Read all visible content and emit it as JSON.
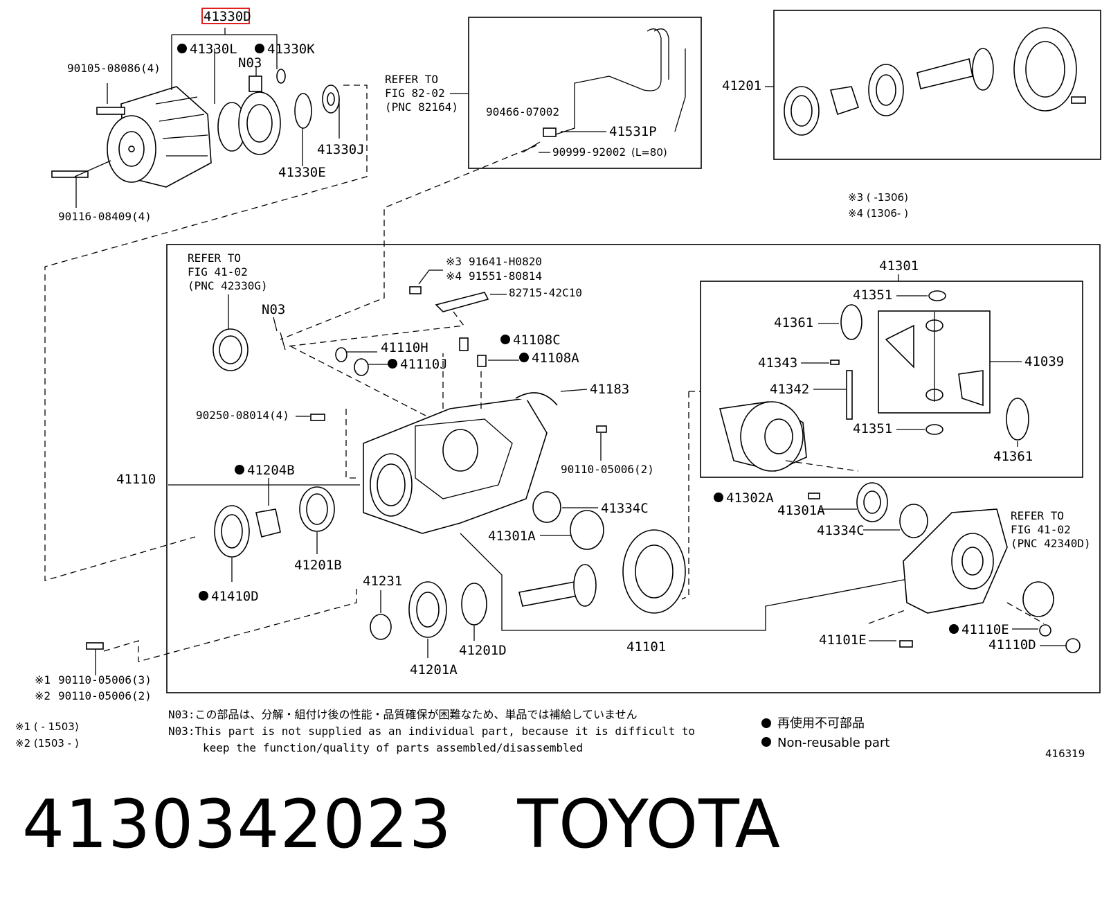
{
  "labels": {
    "p41330D": "41330D",
    "p41330L": "41330L",
    "p41330K": "41330K",
    "n03_top": "N03",
    "p90105": "90105-08086(4)",
    "p41330J": "41330J",
    "p41330E": "41330E",
    "p90116": "90116-08409(4)",
    "refer82_1": "REFER TO",
    "refer82_2": "FIG 82-02",
    "refer82_3": "(PNC 82164)",
    "p90466": "90466-07002",
    "p41531P": "41531P",
    "p90999": "90999-92002",
    "p90999_len": "(L=80)",
    "p41201": "41201",
    "note3": "※3 (    -1306)",
    "note4": "※4 (1306-    )",
    "refer41a_1": "REFER TO",
    "refer41a_2": "FIG 41-02",
    "refer41a_3": "(PNC 42330G)",
    "n03_mid": "N03",
    "m3": "※3",
    "m4": "※4",
    "p91641": "91641-H0820",
    "p91551": "91551-80814",
    "p82715": "82715-42C10",
    "p41108C": "41108C",
    "p41108A": "41108A",
    "p41110H": "41110H",
    "p41110J": "41110J",
    "p41183": "41183",
    "p90250": "90250-08014(4)",
    "p90110a": "90110-05006(2)",
    "p41110": "41110",
    "p41204B": "41204B",
    "p41201B": "41201B",
    "p41410D": "41410D",
    "p41231": "41231",
    "p41201A": "41201A",
    "p41201D": "41201D",
    "p41334C_a": "41334C",
    "p41301A_a": "41301A",
    "p41101": "41101",
    "p41301": "41301",
    "p41351_a": "41351",
    "p41361_a": "41361",
    "p41343": "41343",
    "p41342": "41342",
    "p41039": "41039",
    "p41351_b": "41351",
    "p41361_b": "41361",
    "p41302A": "41302A",
    "p41301A_b": "41301A",
    "p41334C_b": "41334C",
    "refer41b_1": "REFER TO",
    "refer41b_2": "FIG 41-02",
    "refer41b_3": "(PNC 42340D)",
    "p41110E": "41110E",
    "p41110D": "41110D",
    "p41101E": "41101E",
    "s1": "※1",
    "s2": "※2",
    "p90110b": "90110-05006(3)",
    "p90110c": "90110-05006(2)"
  },
  "notes": {
    "n03_jp": "N03:この部品は、分解・組付け後の性能・品質確保が困難なため、単品では補給していません",
    "n03_en1": "N03:This part is not supplied as an individual part, because it is difficult to",
    "n03_en2": "keep the function/quality of parts assembled/disassembled",
    "date1": "※1 (       - 1503)",
    "date2": "※2 (1503 -       )"
  },
  "legend": {
    "jp": "再使用不可部品",
    "en": "Non-reusable part"
  },
  "figure_code": "416319",
  "caption": "4130342023   TOYOTA",
  "colors": {
    "highlight": "#e02020",
    "ink": "#000000"
  }
}
